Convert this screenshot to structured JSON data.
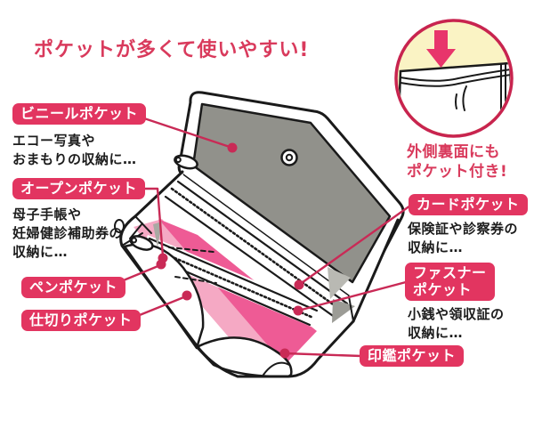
{
  "headline": "ポケットが多くて使いやすい!",
  "inset": {
    "caption": "外側裏面にも\nポケット付き!",
    "arrow_icon": "down-arrow",
    "bg_color": "#faf3c4",
    "border_color": "#c8244f"
  },
  "callouts": {
    "vinyl": {
      "label": "ビニールポケット",
      "desc": "エコー写真や\nおまもりの収納に…"
    },
    "open": {
      "label": "オープンポケット",
      "desc": "母子手帳や\n妊婦健診補助券の\n収納に…"
    },
    "pen": {
      "label": "ペンポケット"
    },
    "divider": {
      "label": "仕切りポケット"
    },
    "card": {
      "label": "カードポケット",
      "desc": "保険証や診察券の\n収納に…"
    },
    "fastener": {
      "label": "ファスナー\nポケット",
      "desc": "小銭や領収証の\n収納に…"
    },
    "seal": {
      "label": "印鑑ポケット"
    }
  },
  "colors": {
    "accent": "#e23560",
    "title": "#d93a5c",
    "callout_line": "#c92a56",
    "flap_gray": "#91918b",
    "pocket_pink": "#ee5b95",
    "pocket_pink_light": "#f5a9c4",
    "text": "#1c1c1c"
  }
}
